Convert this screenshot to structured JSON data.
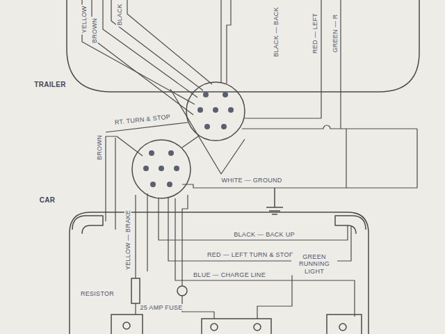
{
  "diagram": {
    "labels": [
      "YELLOW",
      "BROWN",
      "BLACK",
      "BLACK — BACK",
      "RED — LEFT",
      "GREEN — R",
      "TRAILER",
      "RT. TURN & STOP",
      "BROWN",
      "WHITE — GROUND",
      "CAR",
      "YELLOW — BRAKE",
      "BLACK — BACK UP",
      "RED — LEFT TURN & STOP",
      "BLUE — CHARGE LINE",
      "GREEN RUNNING LIGHT",
      "RESISTOR",
      "25 AMP FUSE"
    ]
  }
}
